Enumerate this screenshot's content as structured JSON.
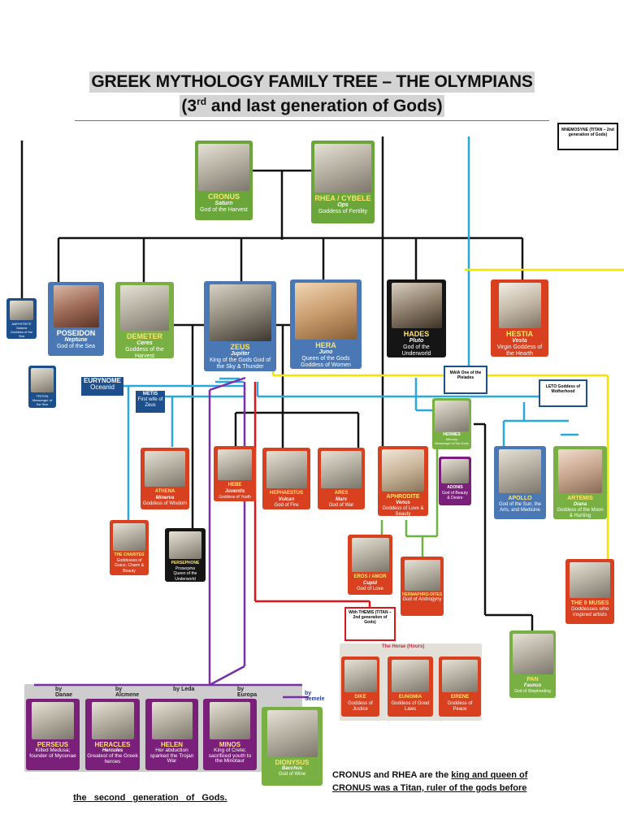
{
  "title": {
    "line1": "GREEK MYTHOLOGY FAMILY TREE – THE OLYMPIANS",
    "line2_pre": "(3",
    "line2_sup": "rd",
    "line2_post": " and last generation of Gods)"
  },
  "notes": {
    "mnemosyne": "MNEMOSYNE (TITAN – 2nd generation of Gods)",
    "themis": "With THEMIS (TITAN – 2nd generation of Gods)",
    "leto": "LETO Goddess of Motherhood",
    "maia": "MAIA One of the Pleiades",
    "eurynome_name": "EURYNOME",
    "eurynome_sub": "Oceanid",
    "metis_name": "METIS",
    "metis_sub": "First wife of Zeus",
    "horae": "The Horae (Hours)"
  },
  "by_labels": {
    "danae": "by Danae",
    "alcmene": "by Alcmene",
    "leda": "by Leda",
    "europa": "by Europa",
    "semele": "by Semele"
  },
  "cards": {
    "cronus": {
      "name": "CRONUS",
      "roman": "Saturn",
      "desc": "God of the Harvest"
    },
    "rhea": {
      "name": "RHEA / CYBELE",
      "roman": "Ops",
      "desc": "Goddess of Fertility"
    },
    "amphitrite": {
      "name": "AMPHITRITE",
      "roman": "Salacia",
      "desc": "Goddess of the Sea"
    },
    "triton": {
      "name": "TRITON",
      "roman": "",
      "desc": "Messenger of the Sea"
    },
    "poseidon": {
      "name": "POSEIDON",
      "roman": "Neptune",
      "desc": "God of the Sea"
    },
    "demeter": {
      "name": "DEMETER",
      "roman": "Ceres",
      "desc": "Goddess of the Harvest"
    },
    "zeus": {
      "name": "ZEUS",
      "roman": "Jupiter",
      "desc": "King of the Gods God of the Sky & Thunder"
    },
    "hera": {
      "name": "HERA",
      "roman": "Juno",
      "desc": "Queen of the Gods Goddess of Women"
    },
    "hades": {
      "name": "HADES",
      "roman": "Pluto",
      "desc": "God of the Underworld"
    },
    "hestia": {
      "name": "HESTIA",
      "roman": "Vesta",
      "desc": "Virgin Goddess of the Hearth"
    },
    "hermes": {
      "name": "HERMES",
      "roman": "Mercury",
      "desc": "Messenger of the Gods"
    },
    "athena": {
      "name": "ATHENA",
      "roman": "Minerva",
      "desc": "Goddess of Wisdom"
    },
    "hebe": {
      "name": "HEBE",
      "roman": "Juventis",
      "desc": "Goddess of Youth"
    },
    "hephaestus": {
      "name": "HEPHAESTUS",
      "roman": "Vulcan",
      "desc": "God of Fire"
    },
    "ares": {
      "name": "ARES",
      "roman": "Mars",
      "desc": "God of War"
    },
    "aphrodite": {
      "name": "APHRODITE",
      "roman": "Venus",
      "desc": "Goddess of Love & Beauty"
    },
    "adonis": {
      "name": "ADONIS",
      "roman": "",
      "desc": "God of Beauty & Desire"
    },
    "apollo": {
      "name": "APOLLO",
      "roman": "",
      "desc": "God of the Sun, the Arts, and Medicine"
    },
    "artemis": {
      "name": "ARTEMIS",
      "roman": "Diana",
      "desc": "Goddess of the Moon & Hunting"
    },
    "charites": {
      "name": "THE CHARITES",
      "roman": "",
      "desc": "Goddesses of Grace, Charm & Beauty"
    },
    "persephone": {
      "name": "PERSEPHONE",
      "roman": "Proserpina",
      "desc": "Queen of the Underworld"
    },
    "eros": {
      "name": "EROS / AMOR",
      "roman": "Cupid",
      "desc": "God of Love"
    },
    "hermaphrodites": {
      "name": "HERMAPHRO-DITES",
      "roman": "",
      "desc": "God of Androgyny"
    },
    "muses": {
      "name": "THE 9 MUSES",
      "roman": "",
      "desc": "Goddesses who inspired artists"
    },
    "dike": {
      "name": "DIKE",
      "roman": "",
      "desc": "Goddess of Justice"
    },
    "eunomia": {
      "name": "EUNOMIA",
      "roman": "",
      "desc": "Goddess of Good Laws"
    },
    "eirene": {
      "name": "EIRENE",
      "roman": "",
      "desc": "Goddess of Peace"
    },
    "pan": {
      "name": "PAN",
      "roman": "Faunus",
      "desc": "God of Shepherding"
    },
    "perseus": {
      "name": "PERSEUS",
      "roman": "",
      "desc": "Killed Medusa; founder of Mycenae"
    },
    "heracles": {
      "name": "HERACLES",
      "roman": "Hercules",
      "desc": "Greatest of the Greek heroes"
    },
    "helen": {
      "name": "HELEN",
      "roman": "",
      "desc": "Her abduction sparked the Trojan War"
    },
    "minos": {
      "name": "MINOS",
      "roman": "",
      "desc": "King of Crete; sacrificed youth to the Minotaur"
    },
    "dionysus": {
      "name": "DIONYSUS",
      "roman": "Bacchus",
      "desc": "God of Wine"
    }
  },
  "bottom_text": {
    "right_line1_pre": "CRONUS and RHEA are the ",
    "right_line1_u": "king and queen of",
    "right_line2": "CRONUS was a Titan, ruler of the gods before",
    "left_line": "the   second   generation   of   Gods."
  },
  "colors": {
    "green": "#6aa63a",
    "blue": "#4a78b5",
    "red": "#d9401f",
    "black": "#151515",
    "purple": "#7a1f7a",
    "navy": "#1c4f8c",
    "line_cyan": "#29a8e0",
    "line_yellow": "#f5e400",
    "line_red": "#e0151a",
    "line_purple": "#7a2fa8",
    "line_green": "#6cb33f"
  }
}
